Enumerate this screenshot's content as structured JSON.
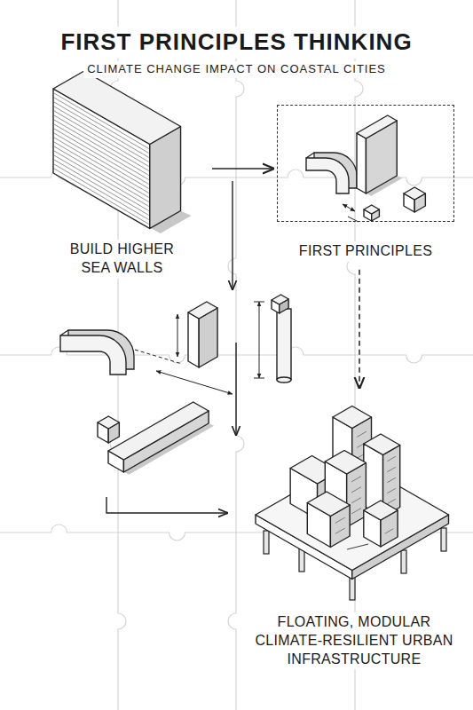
{
  "diagram": {
    "title": "FIRST PRINCIPLES THINKING",
    "nodes": [
      {
        "text": [
          "BUILD HIGHER SEA WALLS"
        ]
      },
      {
        "text": [
          "FIRST PRINCIPLES"
        ]
      },
      {
        "text": [
          "FLOATING, MODULAR CLIMATE-RESILIENT URBAN INFRASTRUCTURE"
        ]
      }
    ],
    "edges": [
      {
        "from": 0,
        "to": 1,
        "arrow": "to"
      },
      {
        "from": 1,
        "to": 2,
        "arrow": "to"
      }
    ],
    "labels": [
      "CLIMATE CHANGE IMPACT ON COASTAL CITIES"
    ]
  }
}
